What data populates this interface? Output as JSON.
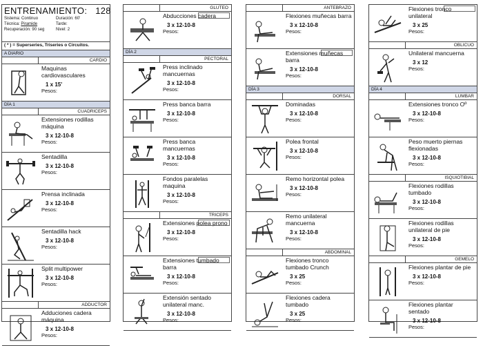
{
  "header": {
    "title": "ENTRENAMIENTO:",
    "number": "128",
    "sistema_label": "Sistema:",
    "sistema": "Continuo",
    "tecnica_label": "Técnica:",
    "tecnica": "Piramide",
    "recuperacion_label": "Recuperación:",
    "recuperacion": "90 seg",
    "duracion_label": "Duración:",
    "duracion": "60'",
    "tarde_label": "Tarde:",
    "nivel_label": "Nivel:",
    "nivel": "2",
    "legend": "( * ) = Superseries, Triseries o Circuitos."
  },
  "pesos": "Pesos:",
  "col1": {
    "day_diario": "A DIARIO",
    "g_cardio": "CARDIO",
    "ex_cardio": {
      "name": "Maquinas cardiovasculares",
      "sets": "1 x 15'"
    },
    "day1": "DÍA 1",
    "g_cuad": "CUADRICEPS",
    "ex1": {
      "name": "Extensiones rodillas máquina",
      "sets": "3 x 12-10-8"
    },
    "ex2": {
      "name": "Sentadilla",
      "sets": "3 x 12-10-8"
    },
    "ex3": {
      "name": "Prensa inclinada",
      "sets": "3 x 12-10-8"
    },
    "ex4": {
      "name": "Sentadilla hack",
      "sets": "3 x 12-10-8"
    },
    "ex5": {
      "name": "Split multipower",
      "sets": "3 x 12-10-8"
    },
    "g_aductor": "ADDUCTOR",
    "ex6": {
      "name": "Adduciones cadera máquina",
      "sets": "3 x 12-10-8"
    }
  },
  "col2": {
    "g_gluteo": "GLUTEO",
    "ex1": {
      "name": "Abducciones cadera",
      "sets": "3 x 12-10-8"
    },
    "day2": "DÍA 2",
    "g_pectoral": "PECTORAL",
    "ex2": {
      "name": "Press inclinado mancuernas",
      "sets": "3 x 12-10-8"
    },
    "ex3": {
      "name": "Press banca barra",
      "sets": "3 x 12-10-8"
    },
    "ex4": {
      "name": "Press banca mancuernas",
      "sets": "3 x 12-10-8"
    },
    "ex5": {
      "name": "Fondos paralelas maquina",
      "sets": "3 x 12-10-8"
    },
    "g_triceps": "TRICEPS",
    "ex6": {
      "name": "Extensiones polea prono",
      "sets": "3 x 12-10-8"
    },
    "ex7": {
      "name": "Extensiones tumbado barra",
      "sets": "3 x 12-10-8"
    },
    "ex8": {
      "name": "Extensión sentado unilateral manc.",
      "sets": "3 x 12-10-8"
    }
  },
  "col3": {
    "g_antebrazo": "ANTEBRAZO",
    "ex1": {
      "name": "Flexiones muñecas barra",
      "sets": "3 x 12-10-8"
    },
    "ex2": {
      "name": "Extensiones muñecas barra",
      "sets": "3 x 12-10-8"
    },
    "day3": "DÍA 3",
    "g_dorsal": "DORSAL",
    "ex3": {
      "name": "Dominadas",
      "sets": "3 x 12-10-8"
    },
    "ex4": {
      "name": "Polea frontal",
      "sets": "3 x 12-10-8"
    },
    "ex5": {
      "name": "Remo horizontal polea",
      "sets": "3 x 12-10-8"
    },
    "ex6": {
      "name": "Remo unilateral mancuerna",
      "sets": "3 x 12-10-8"
    },
    "g_abdominal": "ABDOMINAL",
    "ex7": {
      "name": "Flexiones tronco tumbado Crunch",
      "sets": "3 x 25"
    },
    "ex8": {
      "name": "Flexiones cadera tumbado",
      "sets": "3 x 25"
    }
  },
  "col4": {
    "ex1": {
      "name": "Flexiones tronco unilateral",
      "sets": "3 x 25"
    },
    "g_oblicuo": "OBLICUO",
    "ex2": {
      "name": "Unilateral mancuerna",
      "sets": "3 x 12"
    },
    "day4": "DÍA 4",
    "g_lumbar": "LUMBAR",
    "ex3": {
      "name": "Extensiones tronco Oº",
      "sets": "3 x 12-10-8"
    },
    "ex4": {
      "name": "Peso muerto piernas flexionadas",
      "sets": "3 x 12-10-8"
    },
    "g_isquio": "ISQUIOTIBIAL",
    "ex5": {
      "name": "Flexiones rodillas tumbado",
      "sets": "3 x 12-10-8"
    },
    "ex6": {
      "name": "Flexiones rodillas unilateral de pie",
      "sets": "3 x 12-10-8"
    },
    "g_gemelo": "GEMELO",
    "ex7": {
      "name": "Flexiones plantar de pie",
      "sets": "3 x 12-10-8"
    },
    "ex8": {
      "name": "Flexiones plantar sentado",
      "sets": "3 x 12-10-8"
    }
  }
}
